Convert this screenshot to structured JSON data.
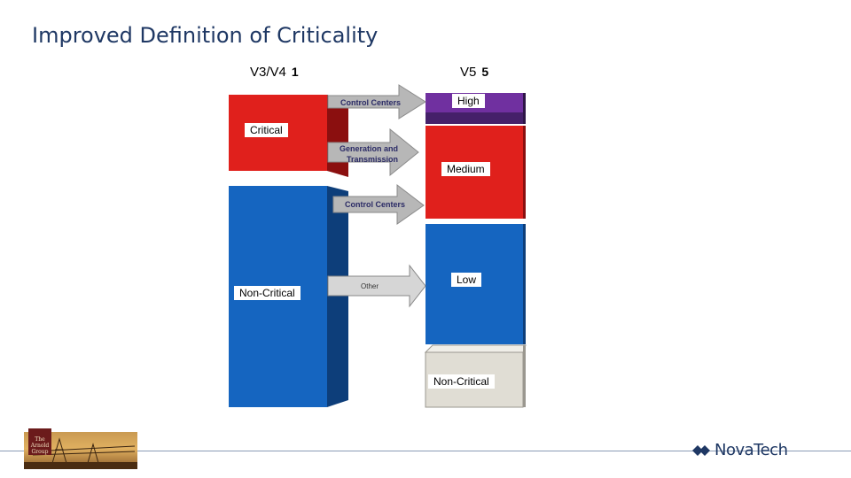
{
  "title": "Improved Definition of Criticality",
  "left_column": {
    "header": "V3/V4",
    "header_icon": "1"
  },
  "right_column": {
    "header": "V5",
    "header_icon": "5"
  },
  "labels": {
    "critical": "Critical",
    "non_critical_left": "Non-Critical",
    "high": "High",
    "medium": "Medium",
    "low": "Low",
    "non_critical_right": "Non-Critical"
  },
  "arrows": {
    "control_centers_1": "Control Centers",
    "generation_line1": "Generation and",
    "generation_line2": "Transmission",
    "control_centers_2": "Control Centers",
    "other": "Other"
  },
  "footer": {
    "crest_text_1": "The",
    "crest_text_2": "Arnold",
    "crest_text_3": "Group",
    "brand": "NovaTech"
  },
  "colors": {
    "title": "#1f3864",
    "critical_red": "#e0201c",
    "high_purple": "#7030a0",
    "low_blue": "#1565c0",
    "noncritical_gray": "#e0ddd4",
    "arrow_gray": "#b0b0b0"
  }
}
